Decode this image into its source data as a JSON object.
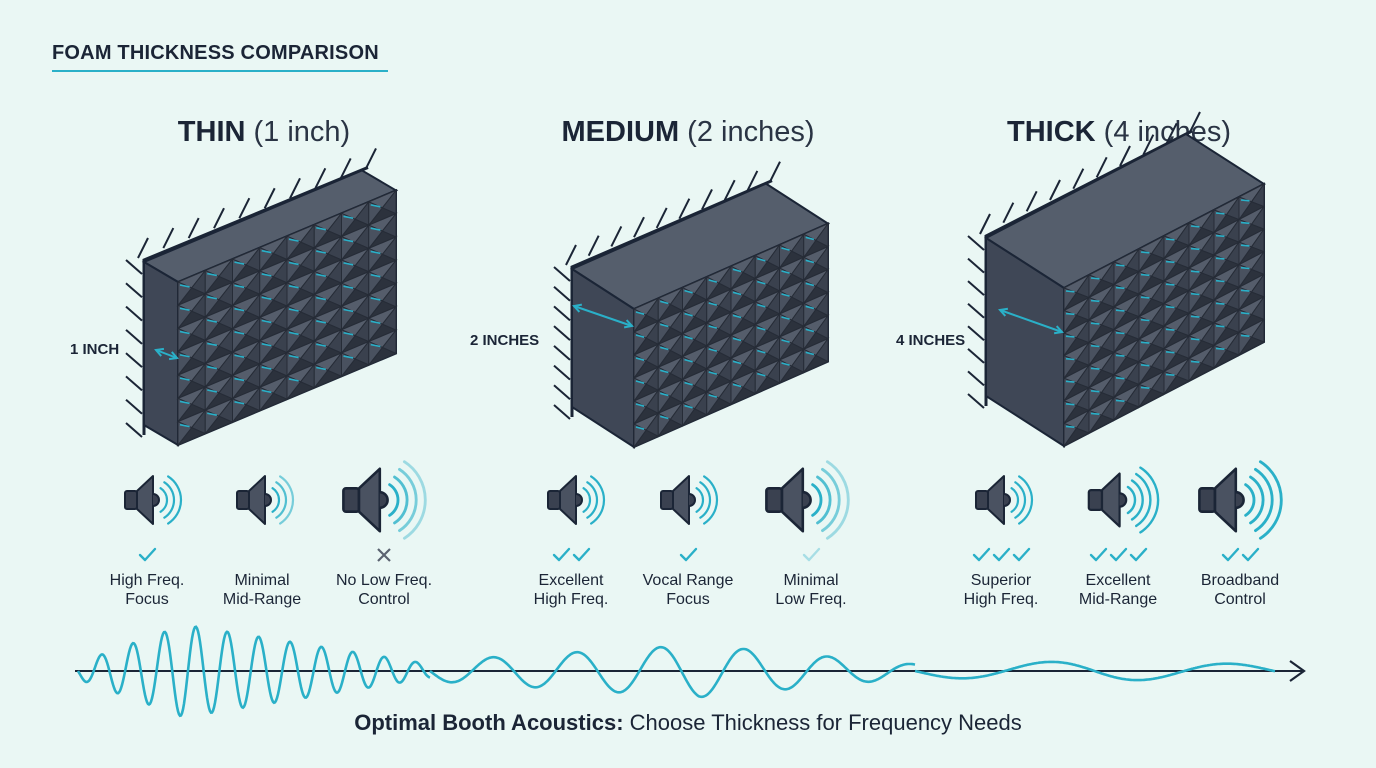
{
  "header": {
    "title": "FOAM THICKNESS COMPARISON"
  },
  "columns": [
    {
      "name": "THIN",
      "detail": "(1 inch)",
      "thickness_label": "1 INCH",
      "indicators": [
        {
          "mark": "check",
          "mark_count": 1,
          "line1": "High Freq.",
          "line2": "Focus"
        },
        {
          "mark": "none",
          "mark_count": 0,
          "line1": "Minimal",
          "line2": "Mid-Range"
        },
        {
          "mark": "cross",
          "mark_count": 1,
          "line1": "No Low Freq.",
          "line2": "Control"
        }
      ]
    },
    {
      "name": "MEDIUM",
      "detail": "(2 inches)",
      "thickness_label": "2 INCHES",
      "indicators": [
        {
          "mark": "check",
          "mark_count": 2,
          "line1": "Excellent",
          "line2": "High Freq."
        },
        {
          "mark": "check",
          "mark_count": 1,
          "line1": "Vocal Range",
          "line2": "Focus"
        },
        {
          "mark": "check-faint",
          "mark_count": 1,
          "line1": "Minimal",
          "line2": "Low Freq."
        }
      ]
    },
    {
      "name": "THICK",
      "detail": "(4 inches)",
      "thickness_label": "4 INCHES",
      "indicators": [
        {
          "mark": "check",
          "mark_count": 3,
          "line1": "Superior",
          "line2": "High Freq."
        },
        {
          "mark": "check",
          "mark_count": 3,
          "line1": "Excellent",
          "line2": "Mid-Range"
        },
        {
          "mark": "check",
          "mark_count": 2,
          "line1": "Broadband",
          "line2": "Control"
        }
      ]
    }
  ],
  "footer": {
    "bold": "Optimal Booth Acoustics:",
    "rest": " Choose Thickness for Frequency Needs"
  },
  "colors": {
    "accent": "#2ab0c8",
    "foam": "#3c4453",
    "foam_dark": "#2a303c",
    "ink": "#1b2536",
    "background": "#eaf7f4"
  },
  "icons": [
    "foam-panel-icon",
    "speaker-icon",
    "sound-wave-icon",
    "check-icon",
    "cross-icon",
    "arrow-icon"
  ]
}
